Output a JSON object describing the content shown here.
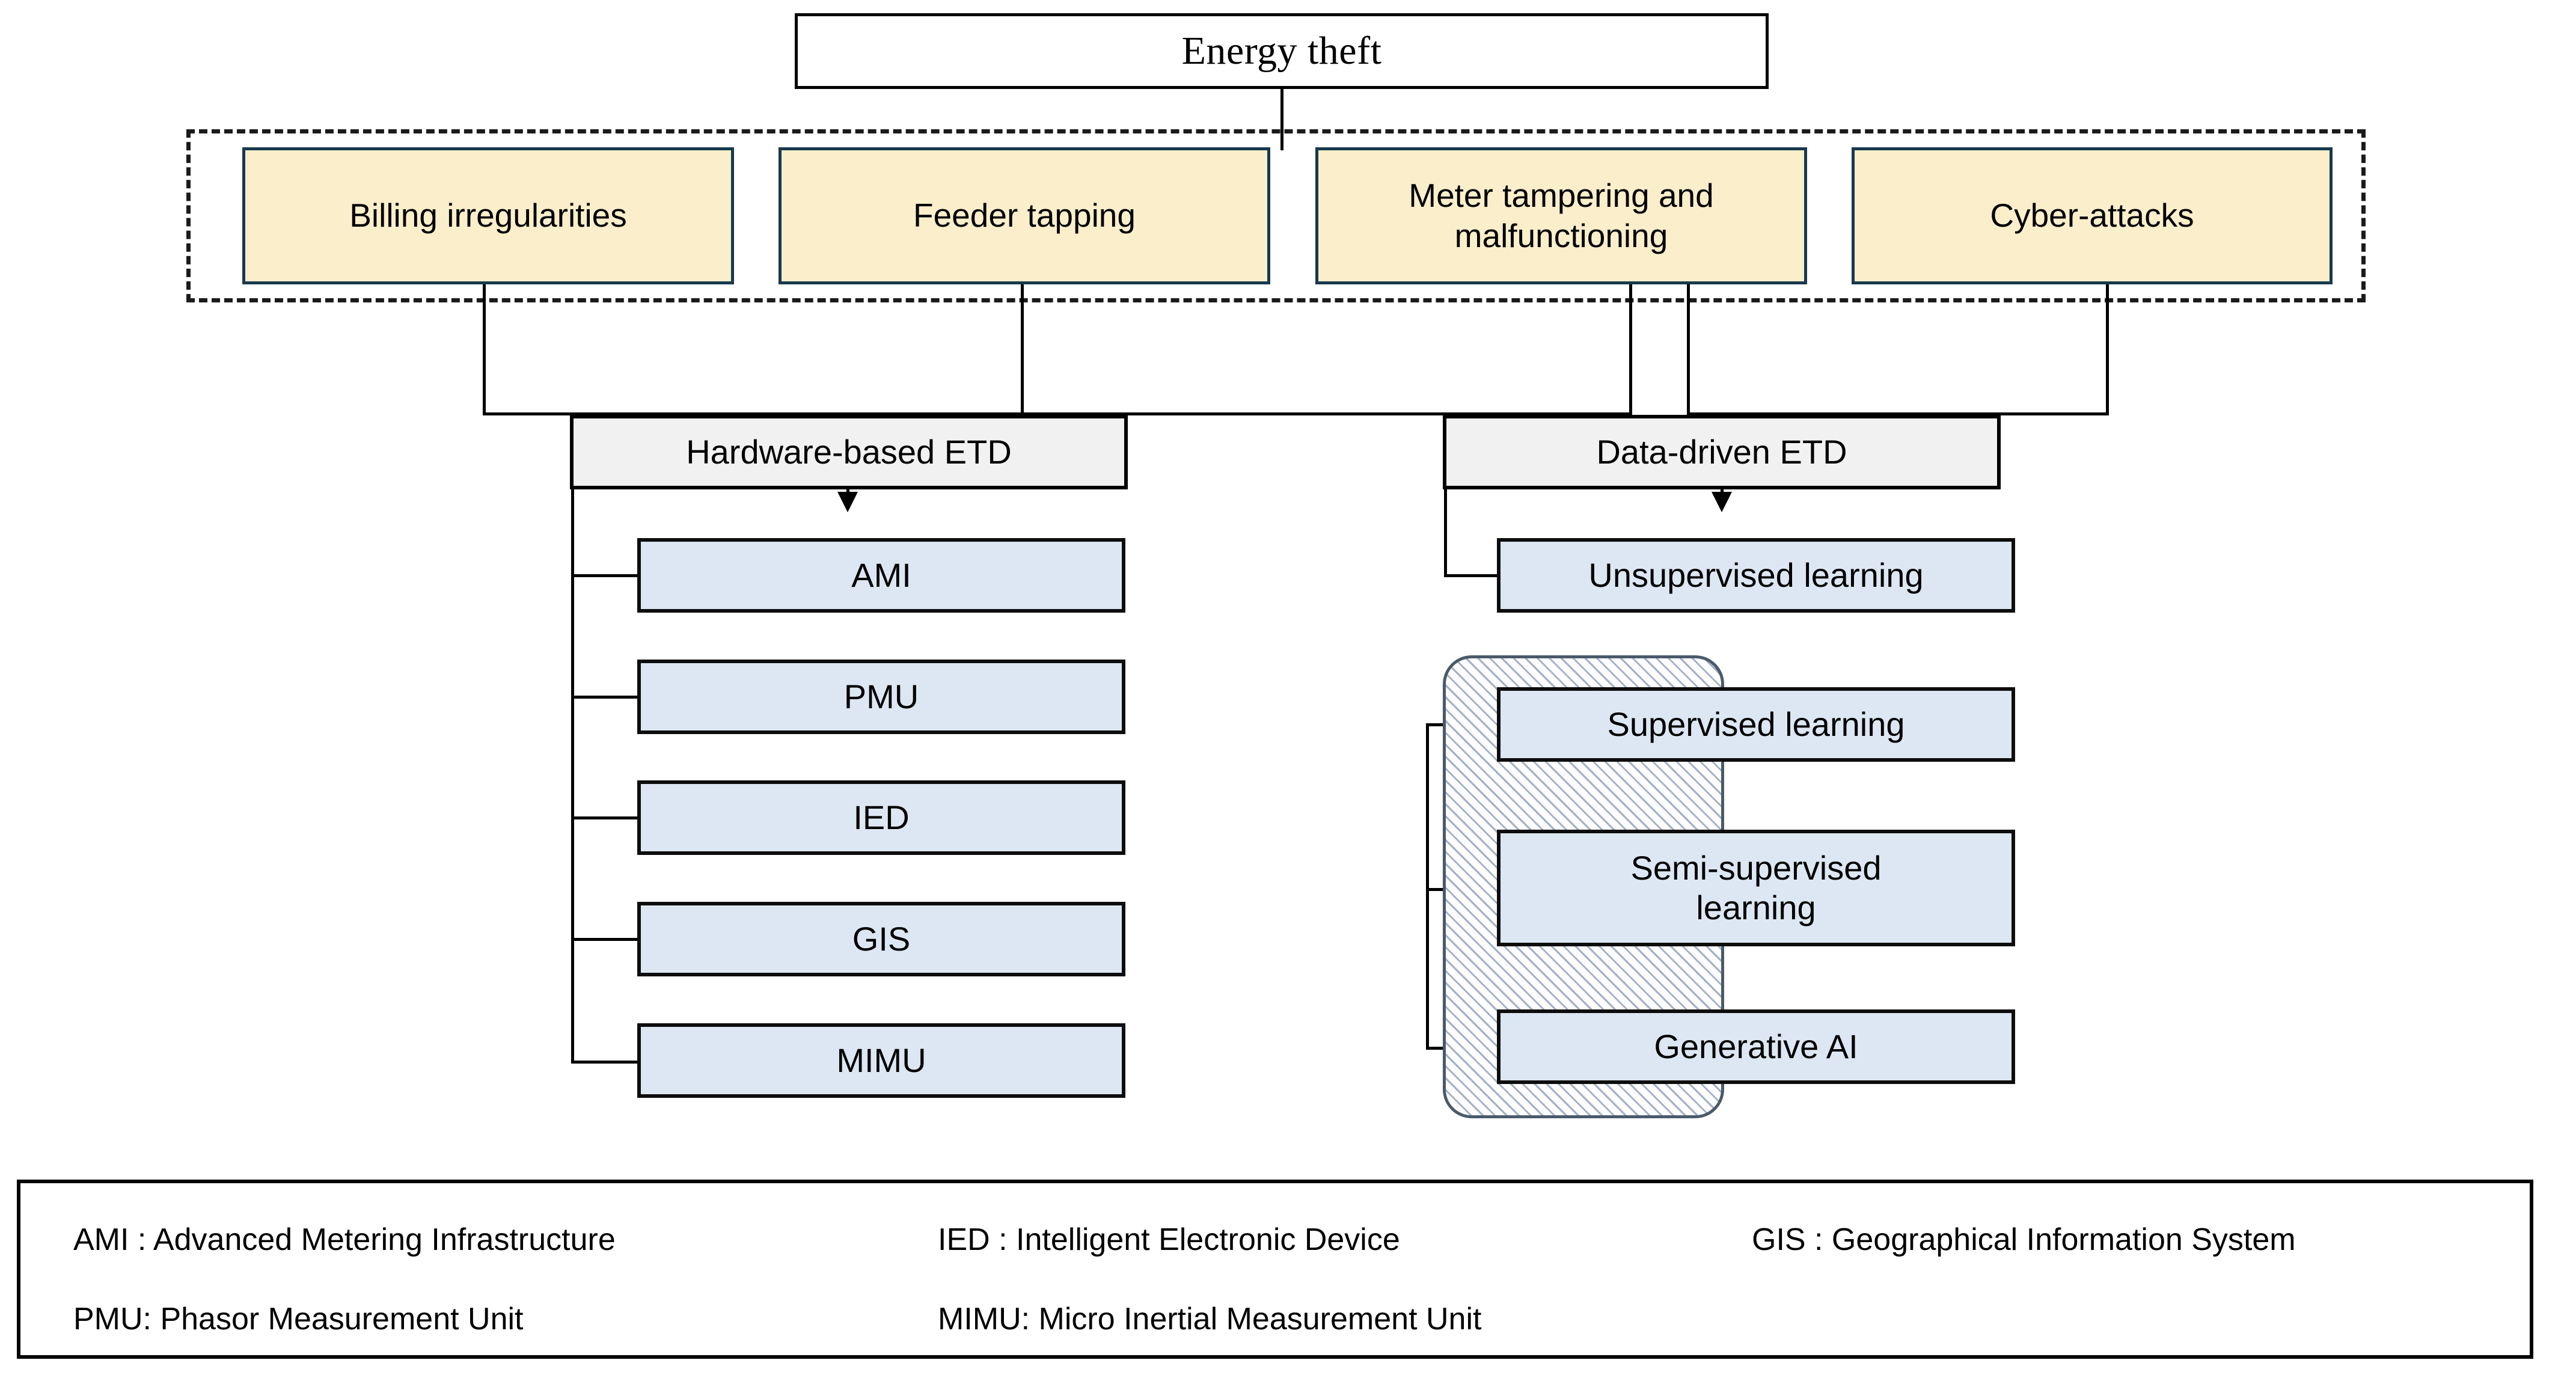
{
  "root": {
    "label": "Energy theft"
  },
  "causes": {
    "items": [
      {
        "label": "Billing irregularities"
      },
      {
        "label": "Feeder tapping"
      },
      {
        "label": "Meter tampering and malfunctioning"
      },
      {
        "label": "Cyber-attacks"
      }
    ]
  },
  "branches": {
    "hardware": {
      "header": "Hardware-based ETD",
      "items": [
        {
          "label": "AMI"
        },
        {
          "label": "PMU"
        },
        {
          "label": "IED"
        },
        {
          "label": "GIS"
        },
        {
          "label": "MIMU"
        }
      ]
    },
    "data_driven": {
      "header": "Data-driven ETD",
      "items": [
        {
          "label": "Unsupervised learning"
        },
        {
          "label": "Supervised learning"
        },
        {
          "label": "Semi-supervised learning"
        },
        {
          "label": "Generative AI"
        }
      ]
    }
  },
  "legend": {
    "entries": [
      {
        "abbr": "AMI : Advanced Metering Infrastructure"
      },
      {
        "abbr": "IED : Intelligent Electronic Device"
      },
      {
        "abbr": "GIS : Geographical Information System"
      },
      {
        "abbr": "PMU: Phasor Measurement Unit"
      },
      {
        "abbr": "MIMU: Micro Inertial Measurement Unit"
      }
    ]
  },
  "colors": {
    "cause_fill": "#fbeecb",
    "cause_border": "#173a4d",
    "leaf_fill": "#dde7f3",
    "header_fill": "#f1f1f1",
    "hatch_border": "#4a5a6b",
    "line": "#000000"
  }
}
